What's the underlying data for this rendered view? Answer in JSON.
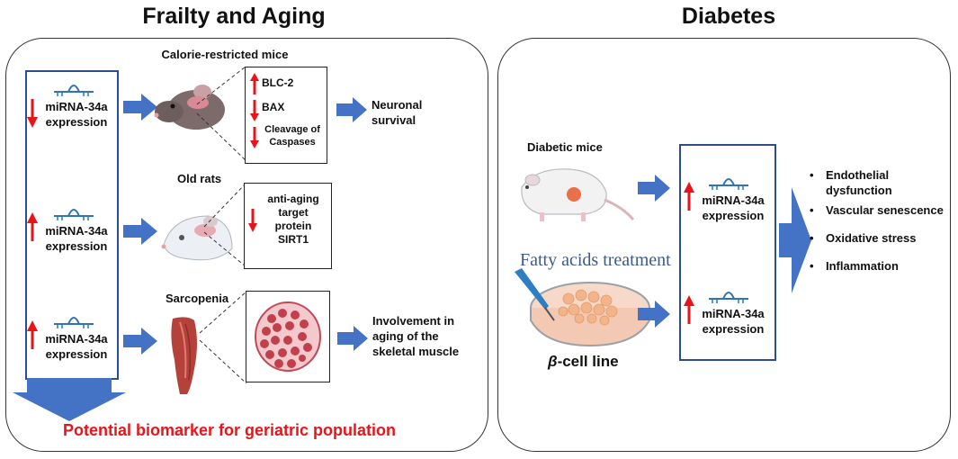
{
  "left": {
    "title": "Frailty and Aging",
    "expression_items": [
      {
        "mirna": "miRNA-34a",
        "expr": "expression",
        "direction": "down"
      },
      {
        "mirna": "miRNA-34a",
        "expr": "expression",
        "direction": "up"
      },
      {
        "mirna": "miRNA-34a",
        "expr": "expression",
        "direction": "up"
      }
    ],
    "calorie": {
      "label": "Calorie-restricted mice",
      "effects": [
        {
          "text": "BLC-2",
          "direction": "up"
        },
        {
          "text": "BAX",
          "direction": "down"
        },
        {
          "text": "Cleavage of Caspases",
          "direction": "down"
        }
      ],
      "outcome": "Neuronal survival"
    },
    "old_rats": {
      "label": "Old rats",
      "effect": "anti-aging target protein SIRT1",
      "direction": "down"
    },
    "sarcopenia": {
      "label": "Sarcopenia",
      "outcome": "Involvement in aging of the skeletal muscle"
    },
    "conclusion": "Potential biomarker for geriatric population"
  },
  "right": {
    "title": "Diabetes",
    "diabetic_mice": "Diabetic mice",
    "fatty_acids": "Fatty acids treatment",
    "beta_greek": "β",
    "beta_rest": "-cell line",
    "expression_items": [
      {
        "mirna": "miRNA-34a",
        "expr": "expression",
        "direction": "up"
      },
      {
        "mirna": "miRNA-34a",
        "expr": "expression",
        "direction": "up"
      }
    ],
    "outcomes": [
      "Endothelial dysfunction",
      "Vascular senescence",
      "Oxidative stress",
      "Inflammation"
    ]
  },
  "colors": {
    "arrow_blue": "#4472c4",
    "frame_blue": "#2e4d8f",
    "red": "#e8141a",
    "mirna_blue": "#2e75b6"
  }
}
